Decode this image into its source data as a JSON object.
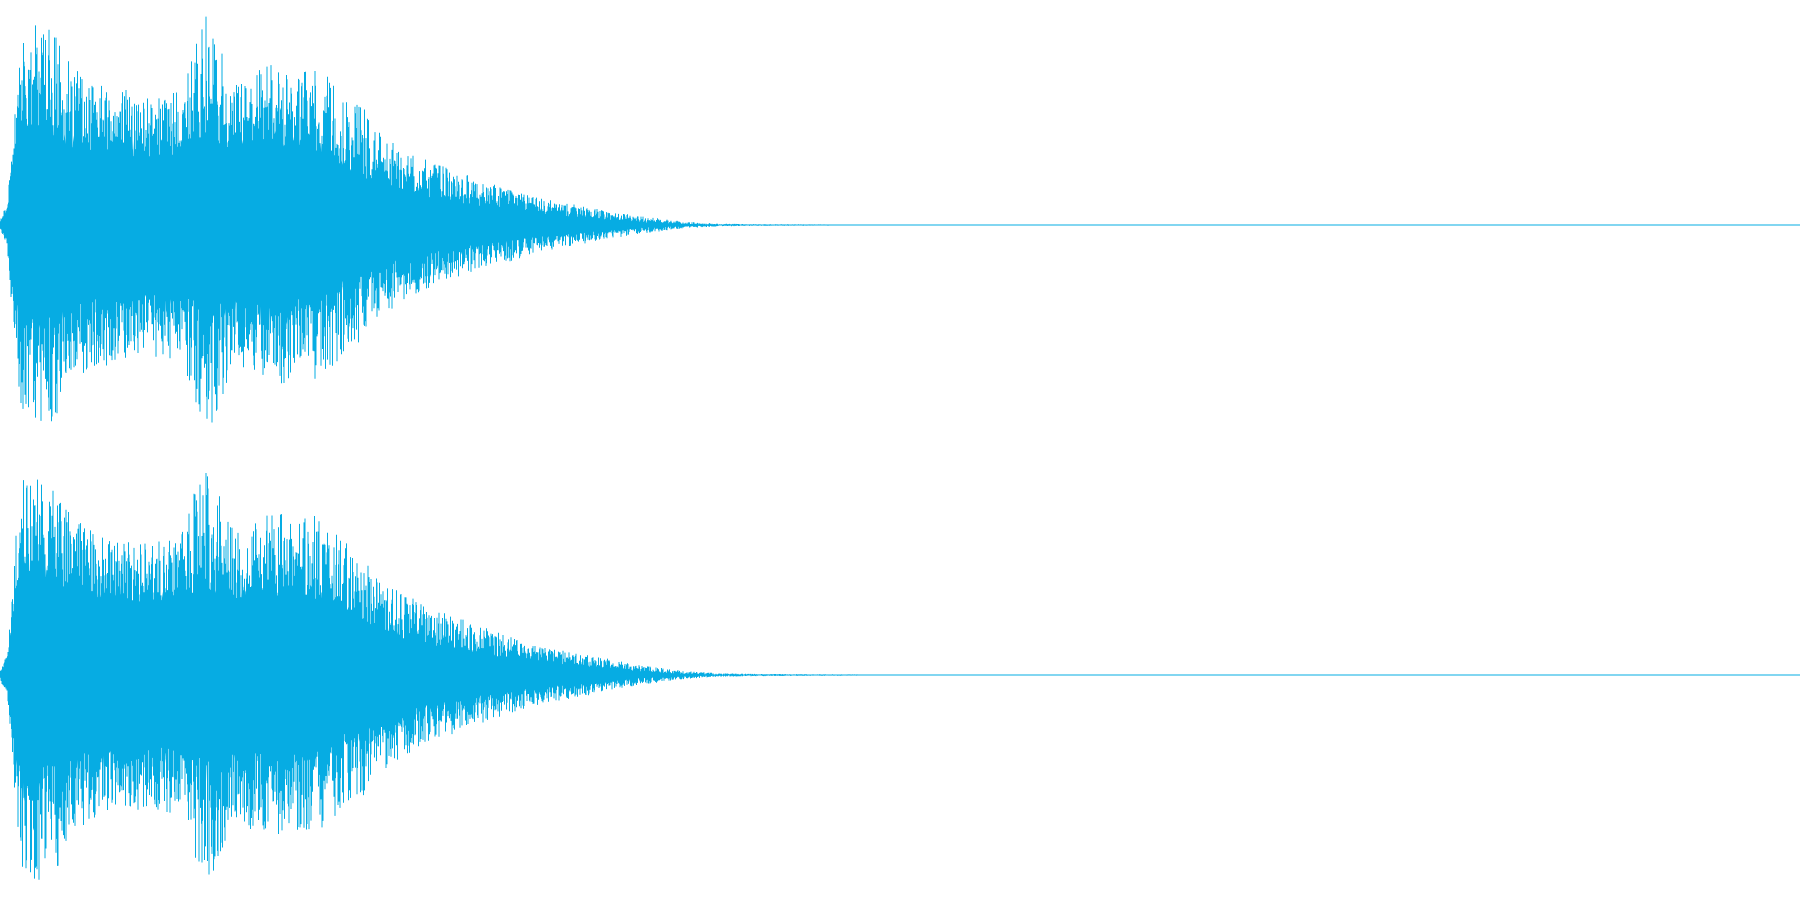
{
  "colors": {
    "background": "#ffffff",
    "waveform": "#06ace3"
  },
  "chart_data": {
    "type": "area",
    "description_of_axes": "",
    "title": "",
    "xlabel": "",
    "ylabel": "",
    "grid": false,
    "legend": "none",
    "xlim": [
      0,
      1
    ],
    "ylim": [
      -1,
      1
    ],
    "channels": [
      {
        "channel": 1,
        "envelope": {
          "x": [
            0.0,
            0.004,
            0.008,
            0.012,
            0.02,
            0.03,
            0.04,
            0.06,
            0.08,
            0.1,
            0.115,
            0.13,
            0.15,
            0.165,
            0.18,
            0.185,
            0.19,
            0.2,
            0.21,
            0.22,
            0.24,
            0.26,
            0.28,
            0.3,
            0.32,
            0.34,
            0.355,
            0.37,
            0.38,
            0.39,
            0.4,
            0.42,
            0.45,
            0.47,
            0.475,
            0.5,
            1.0
          ],
          "peak": [
            0.02,
            0.1,
            0.55,
            0.85,
            0.9,
            0.88,
            0.7,
            0.62,
            0.58,
            0.6,
            0.95,
            0.62,
            0.72,
            0.7,
            0.68,
            0.62,
            0.6,
            0.55,
            0.42,
            0.36,
            0.28,
            0.22,
            0.17,
            0.12,
            0.09,
            0.06,
            0.04,
            0.025,
            0.015,
            0.01,
            0.006,
            0.004,
            0.003,
            0.002,
            0.0015,
            0.001,
            0.001
          ],
          "body": [
            0.01,
            0.06,
            0.3,
            0.42,
            0.4,
            0.36,
            0.34,
            0.32,
            0.3,
            0.3,
            0.34,
            0.32,
            0.34,
            0.33,
            0.3,
            0.28,
            0.25,
            0.22,
            0.18,
            0.15,
            0.12,
            0.09,
            0.07,
            0.05,
            0.035,
            0.022,
            0.012,
            0.007,
            0.004,
            0.002,
            0.0015,
            0.001,
            0.001,
            0.001,
            0.001,
            0.001,
            0.001
          ]
        }
      },
      {
        "channel": 2,
        "envelope": {
          "x": [
            0.0,
            0.004,
            0.008,
            0.012,
            0.02,
            0.03,
            0.04,
            0.06,
            0.08,
            0.1,
            0.115,
            0.13,
            0.15,
            0.165,
            0.18,
            0.185,
            0.19,
            0.2,
            0.21,
            0.22,
            0.24,
            0.26,
            0.28,
            0.3,
            0.32,
            0.34,
            0.355,
            0.37,
            0.38,
            0.39,
            0.4,
            0.42,
            0.45,
            0.47,
            0.5,
            1.0
          ],
          "peak": [
            0.02,
            0.1,
            0.55,
            0.88,
            0.92,
            0.9,
            0.7,
            0.6,
            0.6,
            0.62,
            0.98,
            0.64,
            0.74,
            0.72,
            0.7,
            0.64,
            0.6,
            0.56,
            0.44,
            0.38,
            0.3,
            0.24,
            0.18,
            0.13,
            0.1,
            0.07,
            0.045,
            0.028,
            0.018,
            0.012,
            0.008,
            0.005,
            0.004,
            0.003,
            0.001,
            0.001
          ],
          "body": [
            0.01,
            0.06,
            0.3,
            0.44,
            0.42,
            0.38,
            0.35,
            0.33,
            0.31,
            0.32,
            0.36,
            0.33,
            0.35,
            0.34,
            0.31,
            0.29,
            0.26,
            0.23,
            0.19,
            0.16,
            0.13,
            0.1,
            0.075,
            0.055,
            0.038,
            0.024,
            0.014,
            0.008,
            0.005,
            0.003,
            0.002,
            0.0015,
            0.001,
            0.001,
            0.001,
            0.001
          ]
        }
      }
    ]
  }
}
